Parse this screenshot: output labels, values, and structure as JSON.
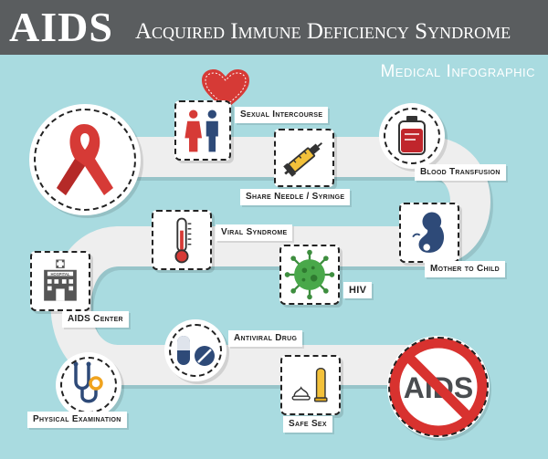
{
  "header": {
    "title": "AIDS",
    "subtitle": "Acquired Immune Deficiency Syndrome"
  },
  "tagline": "Medical Infographic",
  "items": {
    "sexual_intercourse": "Sexual Intercourse",
    "blood_transfusion": "Blood Transfusion",
    "share_needle": "Share Needle / Syringe",
    "viral_syndrome": "Viral Syndrome",
    "mother_to_child": "Mother to Child",
    "hiv": "HIV",
    "aids_center": "AIDS Center",
    "antiviral_drug": "Antiviral Drug",
    "physical_examination": "Physical Examination",
    "safe_sex": "Safe Sex"
  },
  "hospital_sign": "HOSPITAL",
  "no_aids_text": "AIDS",
  "colors": {
    "header_bg": "#5a5d5f",
    "background": "#a9dbe0",
    "ribbon_red": "#d63a36",
    "prohibit_red": "#d8322f",
    "virus_green": "#49a84a",
    "navy": "#2e4a78"
  },
  "icons": [
    "red-ribbon-icon",
    "heart-icon",
    "couple-icon",
    "blood-bag-icon",
    "syringe-icon",
    "thermometer-icon",
    "fetus-icon",
    "virus-icon",
    "hospital-icon",
    "pills-icon",
    "stethoscope-icon",
    "condom-icon",
    "no-aids-icon"
  ]
}
